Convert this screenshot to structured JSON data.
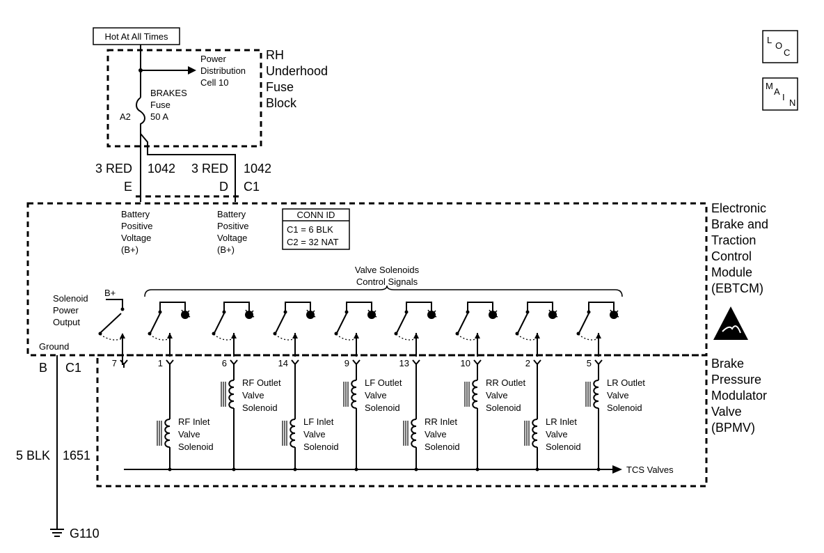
{
  "hot_label": "Hot At All Times",
  "fuse_block": {
    "title": [
      "RH",
      "Underhood",
      "Fuse",
      "Block"
    ],
    "pdc": [
      "Power",
      "Distribution",
      "Cell 10"
    ],
    "fuse": [
      "BRAKES",
      "Fuse",
      "50 A"
    ],
    "pin": "A2"
  },
  "wires": {
    "e": {
      "gauge": "3 RED",
      "circuit": "1042",
      "pin": "E"
    },
    "d": {
      "gauge": "3 RED",
      "circuit": "1042",
      "pin": "D"
    },
    "conn": "C1",
    "ground": {
      "gauge": "5 BLK",
      "circuit": "1651",
      "pin": "B",
      "conn": "C1"
    }
  },
  "ebtcm": {
    "title": [
      "Electronic",
      "Brake and",
      "Traction",
      "Control",
      "Module",
      "(EBTCM)"
    ],
    "bplus1": [
      "Battery",
      "Positive",
      "Voltage",
      "(B+)"
    ],
    "bplus2": [
      "Battery",
      "Positive",
      "Voltage",
      "(B+)"
    ],
    "conn_id": {
      "title": "CONN ID",
      "c1": "C1 = 6 BLK",
      "c2": "C2 = 32 NAT"
    },
    "valve_ctrl": [
      "Valve Solenoids",
      "Control Signals"
    ],
    "sol_power": [
      "Solenoid",
      "Power",
      "Output"
    ],
    "bplus_small": "B+",
    "ground": "Ground"
  },
  "pins": [
    "7",
    "1",
    "6",
    "14",
    "9",
    "13",
    "10",
    "2",
    "5"
  ],
  "bpmv": {
    "title": [
      "Brake",
      "Pressure",
      "Modulator",
      "Valve",
      "(BPMV)"
    ],
    "solenoids": [
      [
        "RF Inlet",
        "Valve",
        "Solenoid"
      ],
      [
        "RF Outlet",
        "Valve",
        "Solenoid"
      ],
      [
        "LF Inlet",
        "Valve",
        "Solenoid"
      ],
      [
        "LF Outlet",
        "Valve",
        "Solenoid"
      ],
      [
        "RR Inlet",
        "Valve",
        "Solenoid"
      ],
      [
        "RR Outlet",
        "Valve",
        "Solenoid"
      ],
      [
        "LR Inlet",
        "Valve",
        "Solenoid"
      ],
      [
        "LR Outlet",
        "Valve",
        "Solenoid"
      ]
    ],
    "tcs": "TCS Valves"
  },
  "ground_label": "G110",
  "nav": {
    "loc": [
      "L",
      "O",
      "C"
    ],
    "main": [
      "M",
      "A",
      "I",
      "N"
    ]
  }
}
